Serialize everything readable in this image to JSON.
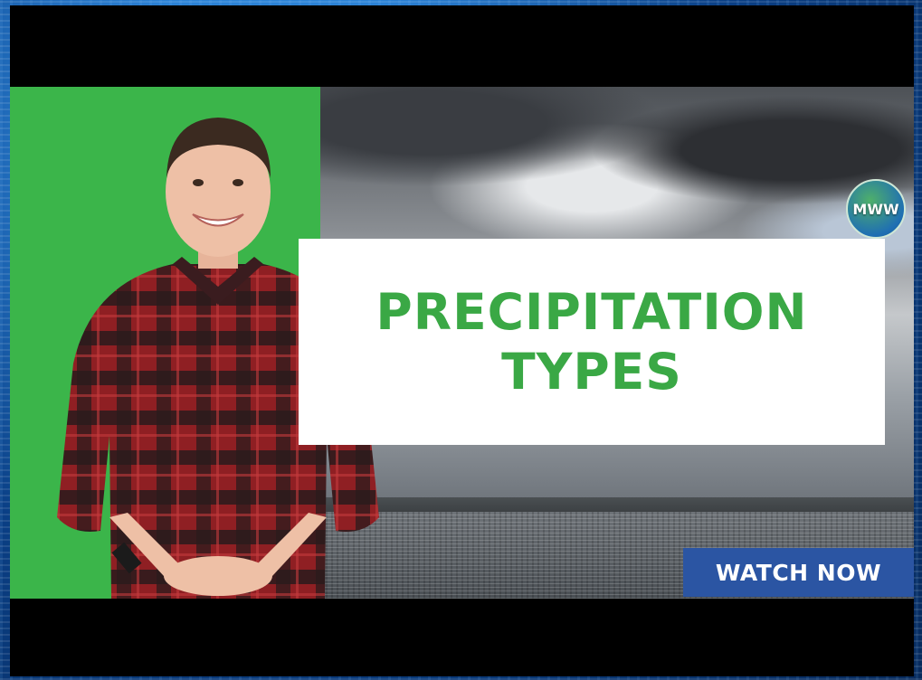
{
  "thumbnail": {
    "title_lines": [
      "PRECIPITATION",
      "TYPES"
    ],
    "logo_text": "MWW",
    "cta_label": "WATCH NOW",
    "colors": {
      "green_panel": "#3bb54a",
      "title_text": "#3aa845",
      "cta_background": "#2b55a3",
      "border_water": "#0b3f7a"
    },
    "scene": "presenter in red plaid shirt in front of green screen; stormy sky over water"
  }
}
